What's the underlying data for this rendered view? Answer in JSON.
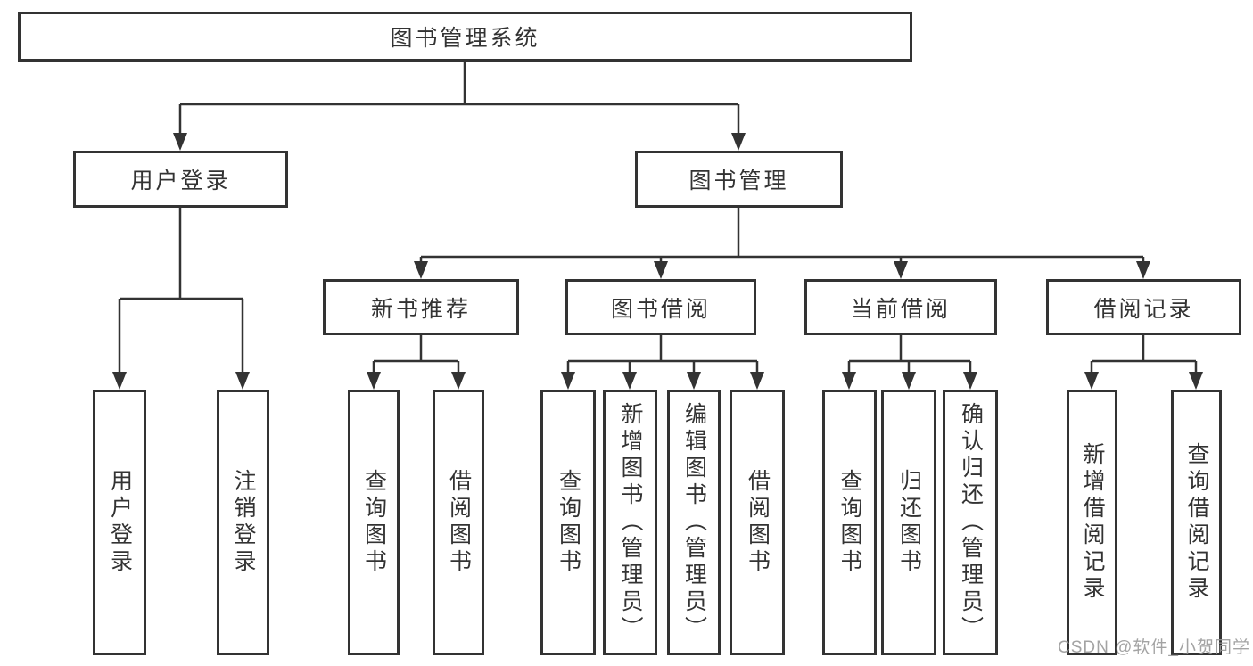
{
  "colors": {
    "background": "#ffffff",
    "line": "#333333",
    "box_border": "#333333",
    "box_background": "#ffffff",
    "text": "#333333",
    "watermark": "#969696"
  },
  "diagram": {
    "root": {
      "label": "图书管理系统"
    },
    "level2": [
      {
        "id": "user-login",
        "label": "用户登录"
      },
      {
        "id": "book-management",
        "label": "图书管理"
      }
    ],
    "level3": [
      {
        "id": "new-book-recommend",
        "label": "新书推荐"
      },
      {
        "id": "book-borrow",
        "label": "图书借阅"
      },
      {
        "id": "current-borrow",
        "label": "当前借阅"
      },
      {
        "id": "borrow-records",
        "label": "借阅记录"
      }
    ],
    "level4": {
      "user_login_children": [
        {
          "label": "用户登录"
        },
        {
          "label": "注销登录"
        }
      ],
      "new_book_children": [
        {
          "label": "查询图书"
        },
        {
          "label": "借阅图书"
        }
      ],
      "book_borrow_children": [
        {
          "label": "查询图书"
        },
        {
          "label": "新增图书（管理员）"
        },
        {
          "label": "编辑图书（管理员）"
        },
        {
          "label": "借阅图书"
        }
      ],
      "current_borrow_children": [
        {
          "label": "查询图书"
        },
        {
          "label": "归还图书"
        },
        {
          "label": "确认归还（管理员）"
        }
      ],
      "borrow_record_children": [
        {
          "label": "新增借阅记录"
        },
        {
          "label": "查询借阅记录"
        }
      ]
    }
  },
  "watermark": {
    "text": "CSDN @软件_小贺同学"
  }
}
